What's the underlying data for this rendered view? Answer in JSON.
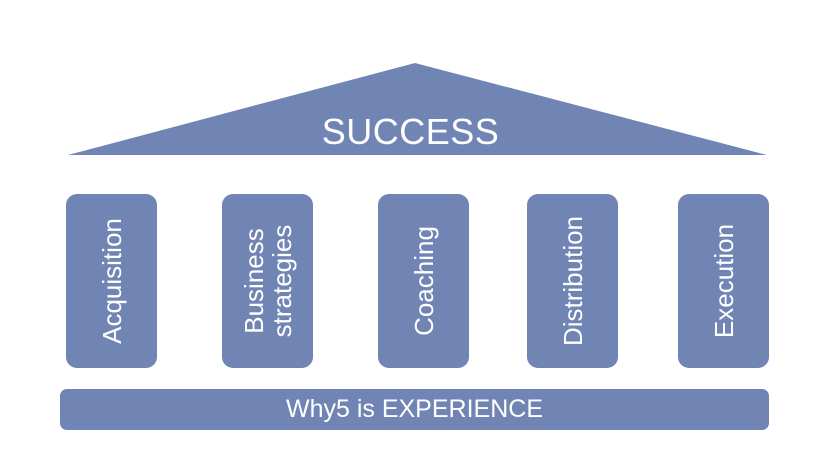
{
  "colors": {
    "shape_fill": "#7185b5",
    "text": "#ffffff",
    "background": "#ffffff"
  },
  "roof": {
    "title": "SUCCESS"
  },
  "pillars": [
    {
      "lines": [
        "Acquisition"
      ]
    },
    {
      "lines": [
        "Business",
        "strategies"
      ]
    },
    {
      "lines": [
        "Coaching"
      ]
    },
    {
      "lines": [
        "Distribution"
      ]
    },
    {
      "lines": [
        "Execution"
      ]
    }
  ],
  "base": {
    "label": "Why5 is EXPERIENCE"
  }
}
